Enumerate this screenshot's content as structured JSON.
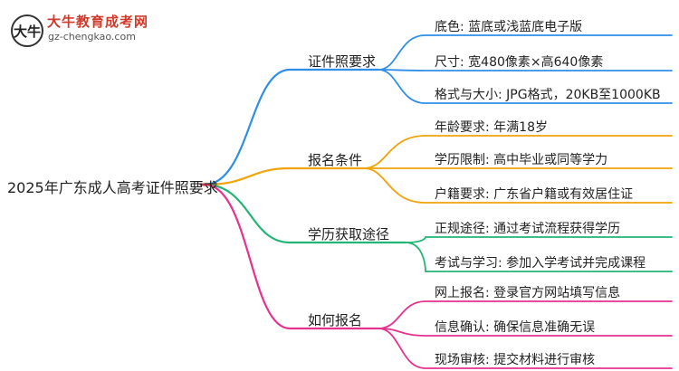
{
  "logo": {
    "mark": "大牛",
    "title": "大牛教育成考网",
    "url": "gz-chengkao.com"
  },
  "root": "2025年广东成人高考证件照要求",
  "colors": {
    "root_line": "#d6334c",
    "branches": [
      "#2f8fe6",
      "#f0a30a",
      "#22b573",
      "#e8318d"
    ]
  },
  "branches": [
    {
      "label": "证件照要求",
      "leaves": [
        "底色: 蓝底或浅蓝底电子版",
        "尺寸: 宽480像素×高640像素",
        "格式与大小: JPG格式，20KB至1000KB"
      ]
    },
    {
      "label": "报名条件",
      "leaves": [
        "年龄要求: 年满18岁",
        "学历限制: 高中毕业或同等学力",
        "户籍要求: 广东省户籍或有效居住证"
      ]
    },
    {
      "label": "学历获取途径",
      "leaves": [
        "正规途径: 通过考试流程获得学历",
        "考试与学习: 参加入学考试并完成课程"
      ]
    },
    {
      "label": "如何报名",
      "leaves": [
        "网上报名: 登录官方网站填写信息",
        "信息确认: 确保信息准确无误",
        "现场审核: 提交材料进行审核"
      ]
    }
  ]
}
